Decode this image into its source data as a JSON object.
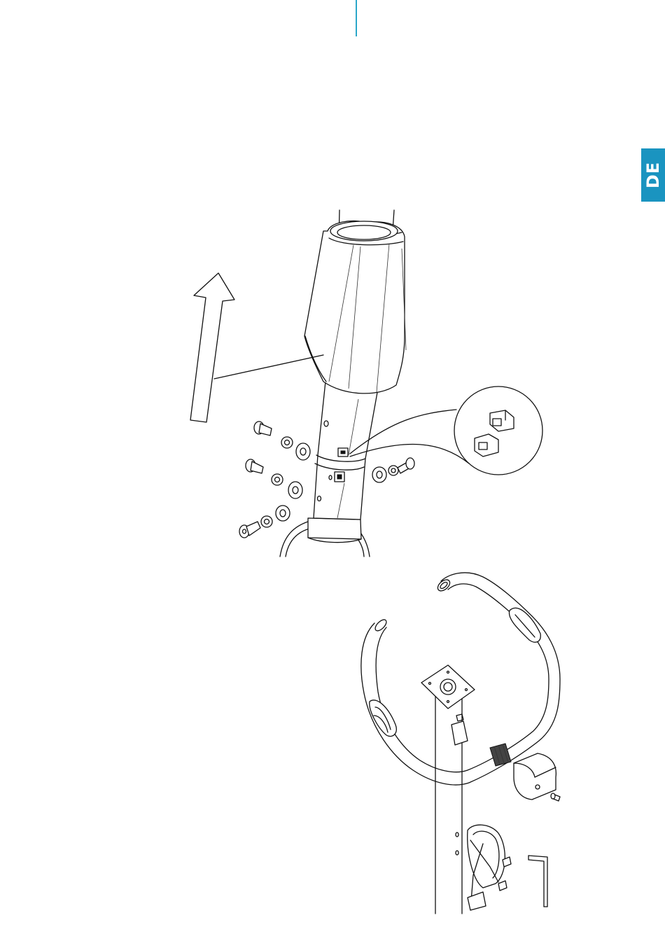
{
  "page": {
    "language_tab": "DE",
    "accent_color": "#1a94c0",
    "divider_color": "#2aa7c9"
  },
  "figures": [
    {
      "icon": "mast-cover-assembly-illustration"
    },
    {
      "icon": "handlebar-assembly-illustration"
    }
  ]
}
